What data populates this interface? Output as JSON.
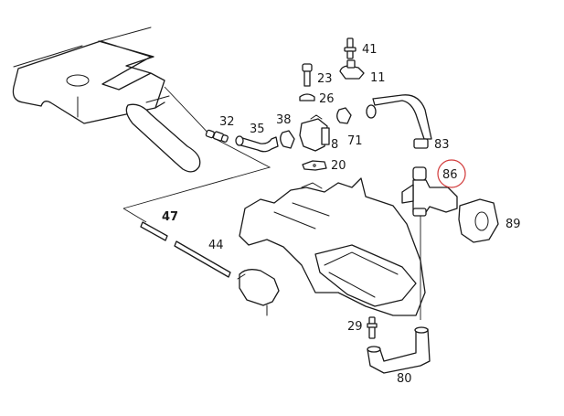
{
  "diagram": {
    "type": "exploded parts diagram",
    "highlight_color": "#d23c3c",
    "highlighted_part": "86",
    "labels": {
      "p41": "41",
      "p11": "11",
      "p23": "23",
      "p26": "26",
      "p32": "32",
      "p35": "35",
      "p38": "38",
      "p8": "8",
      "p71": "71",
      "p83": "83",
      "p20": "20",
      "p86": "86",
      "p89": "89",
      "p47": "47",
      "p44": "44",
      "p29": "29",
      "p80": "80"
    }
  }
}
